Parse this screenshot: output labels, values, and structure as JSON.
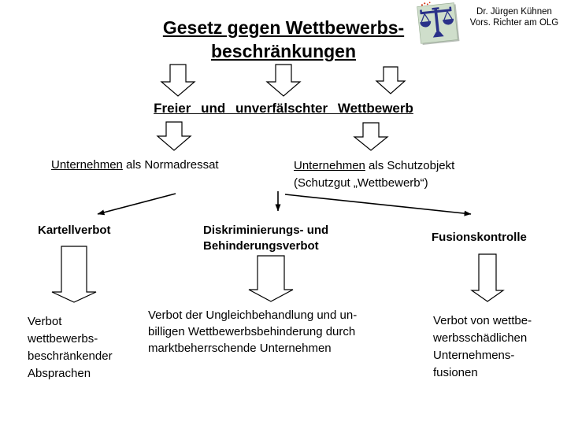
{
  "header": {
    "title_lines": [
      "Gesetz gegen Wettbewerbs-",
      "beschränkungen"
    ],
    "credit_lines": [
      "Dr. Jürgen Kühnen",
      "Vors. Richter am OLG"
    ],
    "logo": {
      "icon": "scales-of-justice",
      "card_color": "#cfdecb",
      "scales_color": "#2a3189",
      "sparkle_color": "#d43d1e"
    }
  },
  "diagram": {
    "goal": "Freier und unverfälschter Wettbewerb",
    "role_left": {
      "term": "Unternehmen",
      "suffix": " als Normadressat"
    },
    "role_right": {
      "term": "Unternehmen",
      "suffix": " als Schutzobjekt",
      "line2": "(Schutzgut „Wettbewerb“)"
    },
    "columns": [
      {
        "heading_lines": [
          "Kartellverbot"
        ],
        "body_lines": [
          "Verbot",
          "wettbewerbs-",
          "beschränkender",
          "Absprachen"
        ]
      },
      {
        "heading_lines": [
          "Diskriminierungs- und",
          "Behinderungsverbot"
        ],
        "body_lines": [
          "Verbot der Ungleichbehandlung und un-",
          "billigen Wettbewerbsbehinderung durch",
          "marktbeherrschende Unternehmen"
        ]
      },
      {
        "heading_lines": [
          "Fusionskontrolle"
        ],
        "body_lines": [
          "Verbot von wettbe-",
          "werbsschädlichen",
          "Unternehmens-",
          "fusionen"
        ]
      }
    ]
  }
}
